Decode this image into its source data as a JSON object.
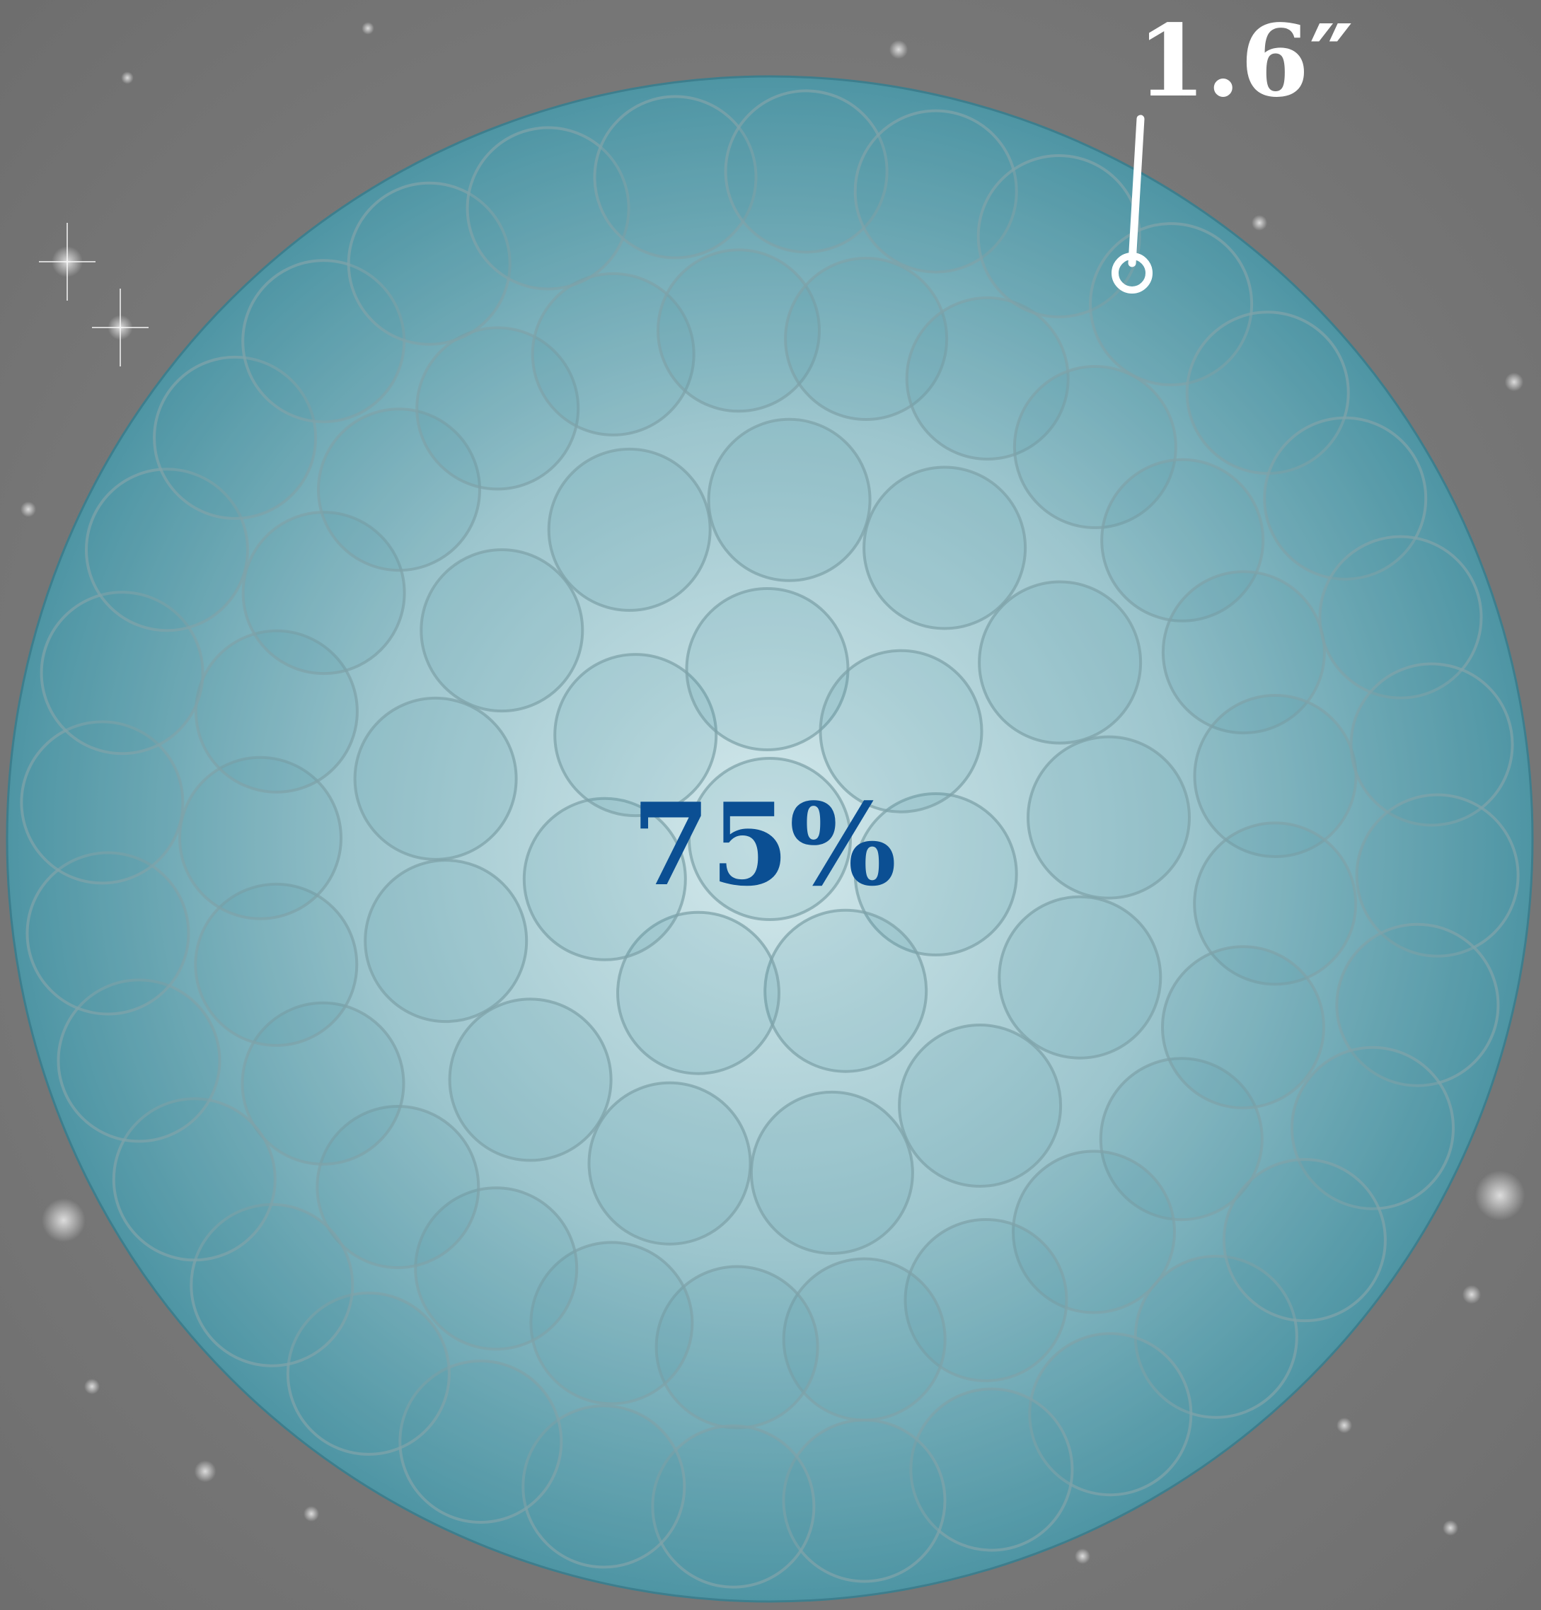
{
  "diagram": {
    "fill_fraction_label": "75%",
    "fiber_size_label": "1.6″",
    "colors": {
      "background_gray": "#7d7d7d",
      "bundle_teal": "#4e95a4",
      "bundle_center": "#d4e9ec",
      "fiber_outline": "#7fa3aa",
      "fill_label_blue": "#0b4f93",
      "size_label_white": "#ffffff"
    },
    "fiber_count": 78
  }
}
